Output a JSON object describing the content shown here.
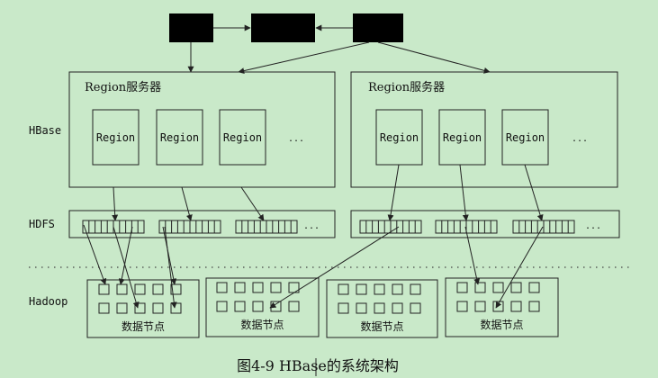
{
  "side_labels": {
    "hbase": "HBase",
    "hdfs": "HDFS",
    "hadoop": "Hadoop"
  },
  "region_servers": [
    {
      "title": "Region服务器",
      "regions": [
        "Region",
        "Region",
        "Region"
      ],
      "more": "..."
    },
    {
      "title": "Region服务器",
      "regions": [
        "Region",
        "Region",
        "Region"
      ],
      "more": "..."
    }
  ],
  "hdfs_more": [
    "...",
    "..."
  ],
  "data_nodes": [
    {
      "label": "数据节点"
    },
    {
      "label": "数据节点"
    },
    {
      "label": "数据节点"
    },
    {
      "label": "数据节点"
    }
  ],
  "caption": "图4-9 HBase的系统架构",
  "colors": {
    "background": "#c9e9c9",
    "line": "#222222",
    "top_box": "#000000"
  }
}
